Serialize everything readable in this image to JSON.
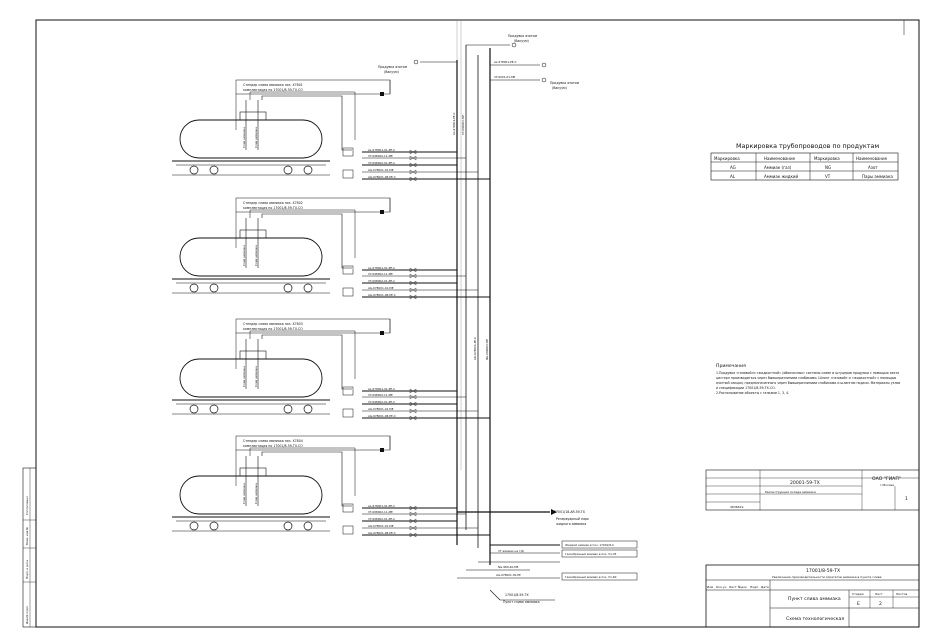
{
  "legend": {
    "title": "Маркировка трубопроводов по продуктам",
    "headers": [
      "Маркировка",
      "Наименование",
      "Маркировка",
      "Наименование"
    ],
    "rows": [
      [
        "AG",
        "Аммиак (газ)",
        "NG",
        "Азот"
      ],
      [
        "AL",
        "Аммиак жидкий",
        "VT",
        "Пары аммиака"
      ]
    ]
  },
  "notes": {
    "title": "Примечания",
    "lines": [
      "1.Продувка  «газовой»и «жидкостной» (обвязочных» системы сливн и штуцеров продувки с помощью азота",
      "цистерн производиться через бывшеризлиниии слабиками. Шланг «газовой» и «жидкостной» с помощью",
      "азотной секции, предназначенного через бывшеризлиниии слабиками и шлангом подачи. Материалы узлов",
      "и спецификации 17001/8-59-ТХ-СО.",
      "2.Расположение объекты с галками 1, 3, 4."
    ]
  },
  "tanks": [
    {
      "caption": [
        "Стендер слива аммиака поз. Х7801",
        "комплектация по 17001/8-59-ТХ.СО"
      ]
    },
    {
      "caption": [
        "Стендер слива аммиака поз. Х7802",
        "комплектация по 17001/8-59-ТХ.СО"
      ]
    },
    {
      "caption": [
        "Стендер слива аммиака поз. Х7803",
        "комплектация по 17001/8-59-ТХ.СО"
      ]
    },
    {
      "caption": [
        "Стендер слива аммиака поз. Х7804",
        "комплектация по 17001/8-59-ТХ.СО"
      ]
    }
  ],
  "tank_hose_labels": [
    "Слив аммиака",
    "Слив аммиака"
  ],
  "branch_labels": [
    "AL-978001-01-PE-C",
    "VT-098002-11-ME",
    "VT-098002-01-PE-C",
    "AG-078001-01-ME",
    "AG-978001-08-PE-C"
  ],
  "top_labels": {
    "purge_left": [
      "Продувка азотом",
      "(Вакуум)"
    ],
    "purge_top": [
      "Продувка азотом",
      "(Вакуум)"
    ],
    "purge_right": [
      "Продувка азотом",
      "(Вакуум)"
    ],
    "line_top": "AL-978001-PE-C",
    "line_right": "VT-0001-01-ME"
  },
  "header_labels": [
    "AL-978001-PE-C",
    "VT-098002-ME",
    "AG-978001-PE-C",
    "NG-098001-ME"
  ],
  "outlets": [
    {
      "label": "17001/18-AR.59-ТХ",
      "sub": [
        "Резервуарный парк",
        "жидкого аммиака"
      ]
    },
    {
      "label": "Жидкий аммиак в поз. 17001/8-С",
      "sub": []
    },
    {
      "label": "VT аммиак на т/ф",
      "sub": []
    },
    {
      "label": "Газообразный аммиак в поз. V1-45",
      "sub": []
    },
    {
      "label": "NG-980-40-ME",
      "sub": []
    },
    {
      "label": "Газообразный аммиак в поз. V1-60",
      "sub": []
    },
    {
      "label": "AG-978001-30-PE",
      "sub": []
    }
  ],
  "bottom_ref": {
    "code": "17001/8-59-ТХ",
    "text": "Пункт слива аммиака"
  },
  "title_block": {
    "doc_code": "20001-59-ТХ",
    "org": "ОАО \"ГИАП\"",
    "city": "г.Москва",
    "project_text": "Реконструкция склада аммиака",
    "stage_header": "Стадия",
    "stage": "П",
    "sheet_header": "Лист",
    "sheet": "1",
    "sheets_header": "Листов",
    "sheets": "1",
    "main_code": "17001/8-59-ТХ",
    "object_line": "Увеличение производительности агрегатов аммиака в пункте слива",
    "name": "Пункт слива аммиака",
    "drawing": "Схема технологическая",
    "stage_big": "Е",
    "sheet_big": "2",
    "number": "4636619",
    "roles": [
      "Нач.отд.",
      "Гл.спец.",
      "Разраб.",
      "Н.контр.",
      "Утв."
    ],
    "col_headers": [
      "Изм",
      "Кол.уч",
      "Лист",
      "№док",
      "Подп.",
      "Дата"
    ]
  },
  "left_strip": [
    "Инв.№ подл.",
    "Подп. и дата",
    "Взам. инв.№",
    "Согласовано"
  ],
  "colors": {
    "line": "#111111",
    "bg": "#ffffff"
  }
}
